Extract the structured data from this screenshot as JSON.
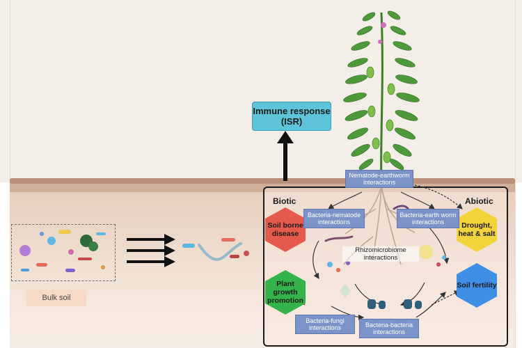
{
  "immune_box": {
    "label": "Immune response (ISR)",
    "color": "#5dc4d9"
  },
  "bulk_soil": {
    "label": "Bulk soil"
  },
  "rhizosphere": {
    "biotic_title": "Biotic",
    "abiotic_title": "Abiotic",
    "center_label": "Rhizomicrobiome interactions",
    "hexagons": [
      {
        "label": "Soil borne disease",
        "color": "#e55a4c"
      },
      {
        "label": "Plant growth promotion",
        "color": "#34b34a"
      },
      {
        "label": "Drought, heat & salt",
        "color": "#f2d43a"
      },
      {
        "label": "Soil fertility",
        "color": "#3f8fe6"
      }
    ],
    "interactions": [
      "Nematode-earthworm interactions",
      "Bacteria-nematode interactions",
      "Bacteria-earth worm interactions",
      "Bacteria-fungi interactions",
      "Bacteria-bacteria interactions"
    ]
  },
  "colors": {
    "tag_fill": "#7c93c9",
    "box_border": "#1a1a1a",
    "plant_green": "#4e9a3a"
  }
}
